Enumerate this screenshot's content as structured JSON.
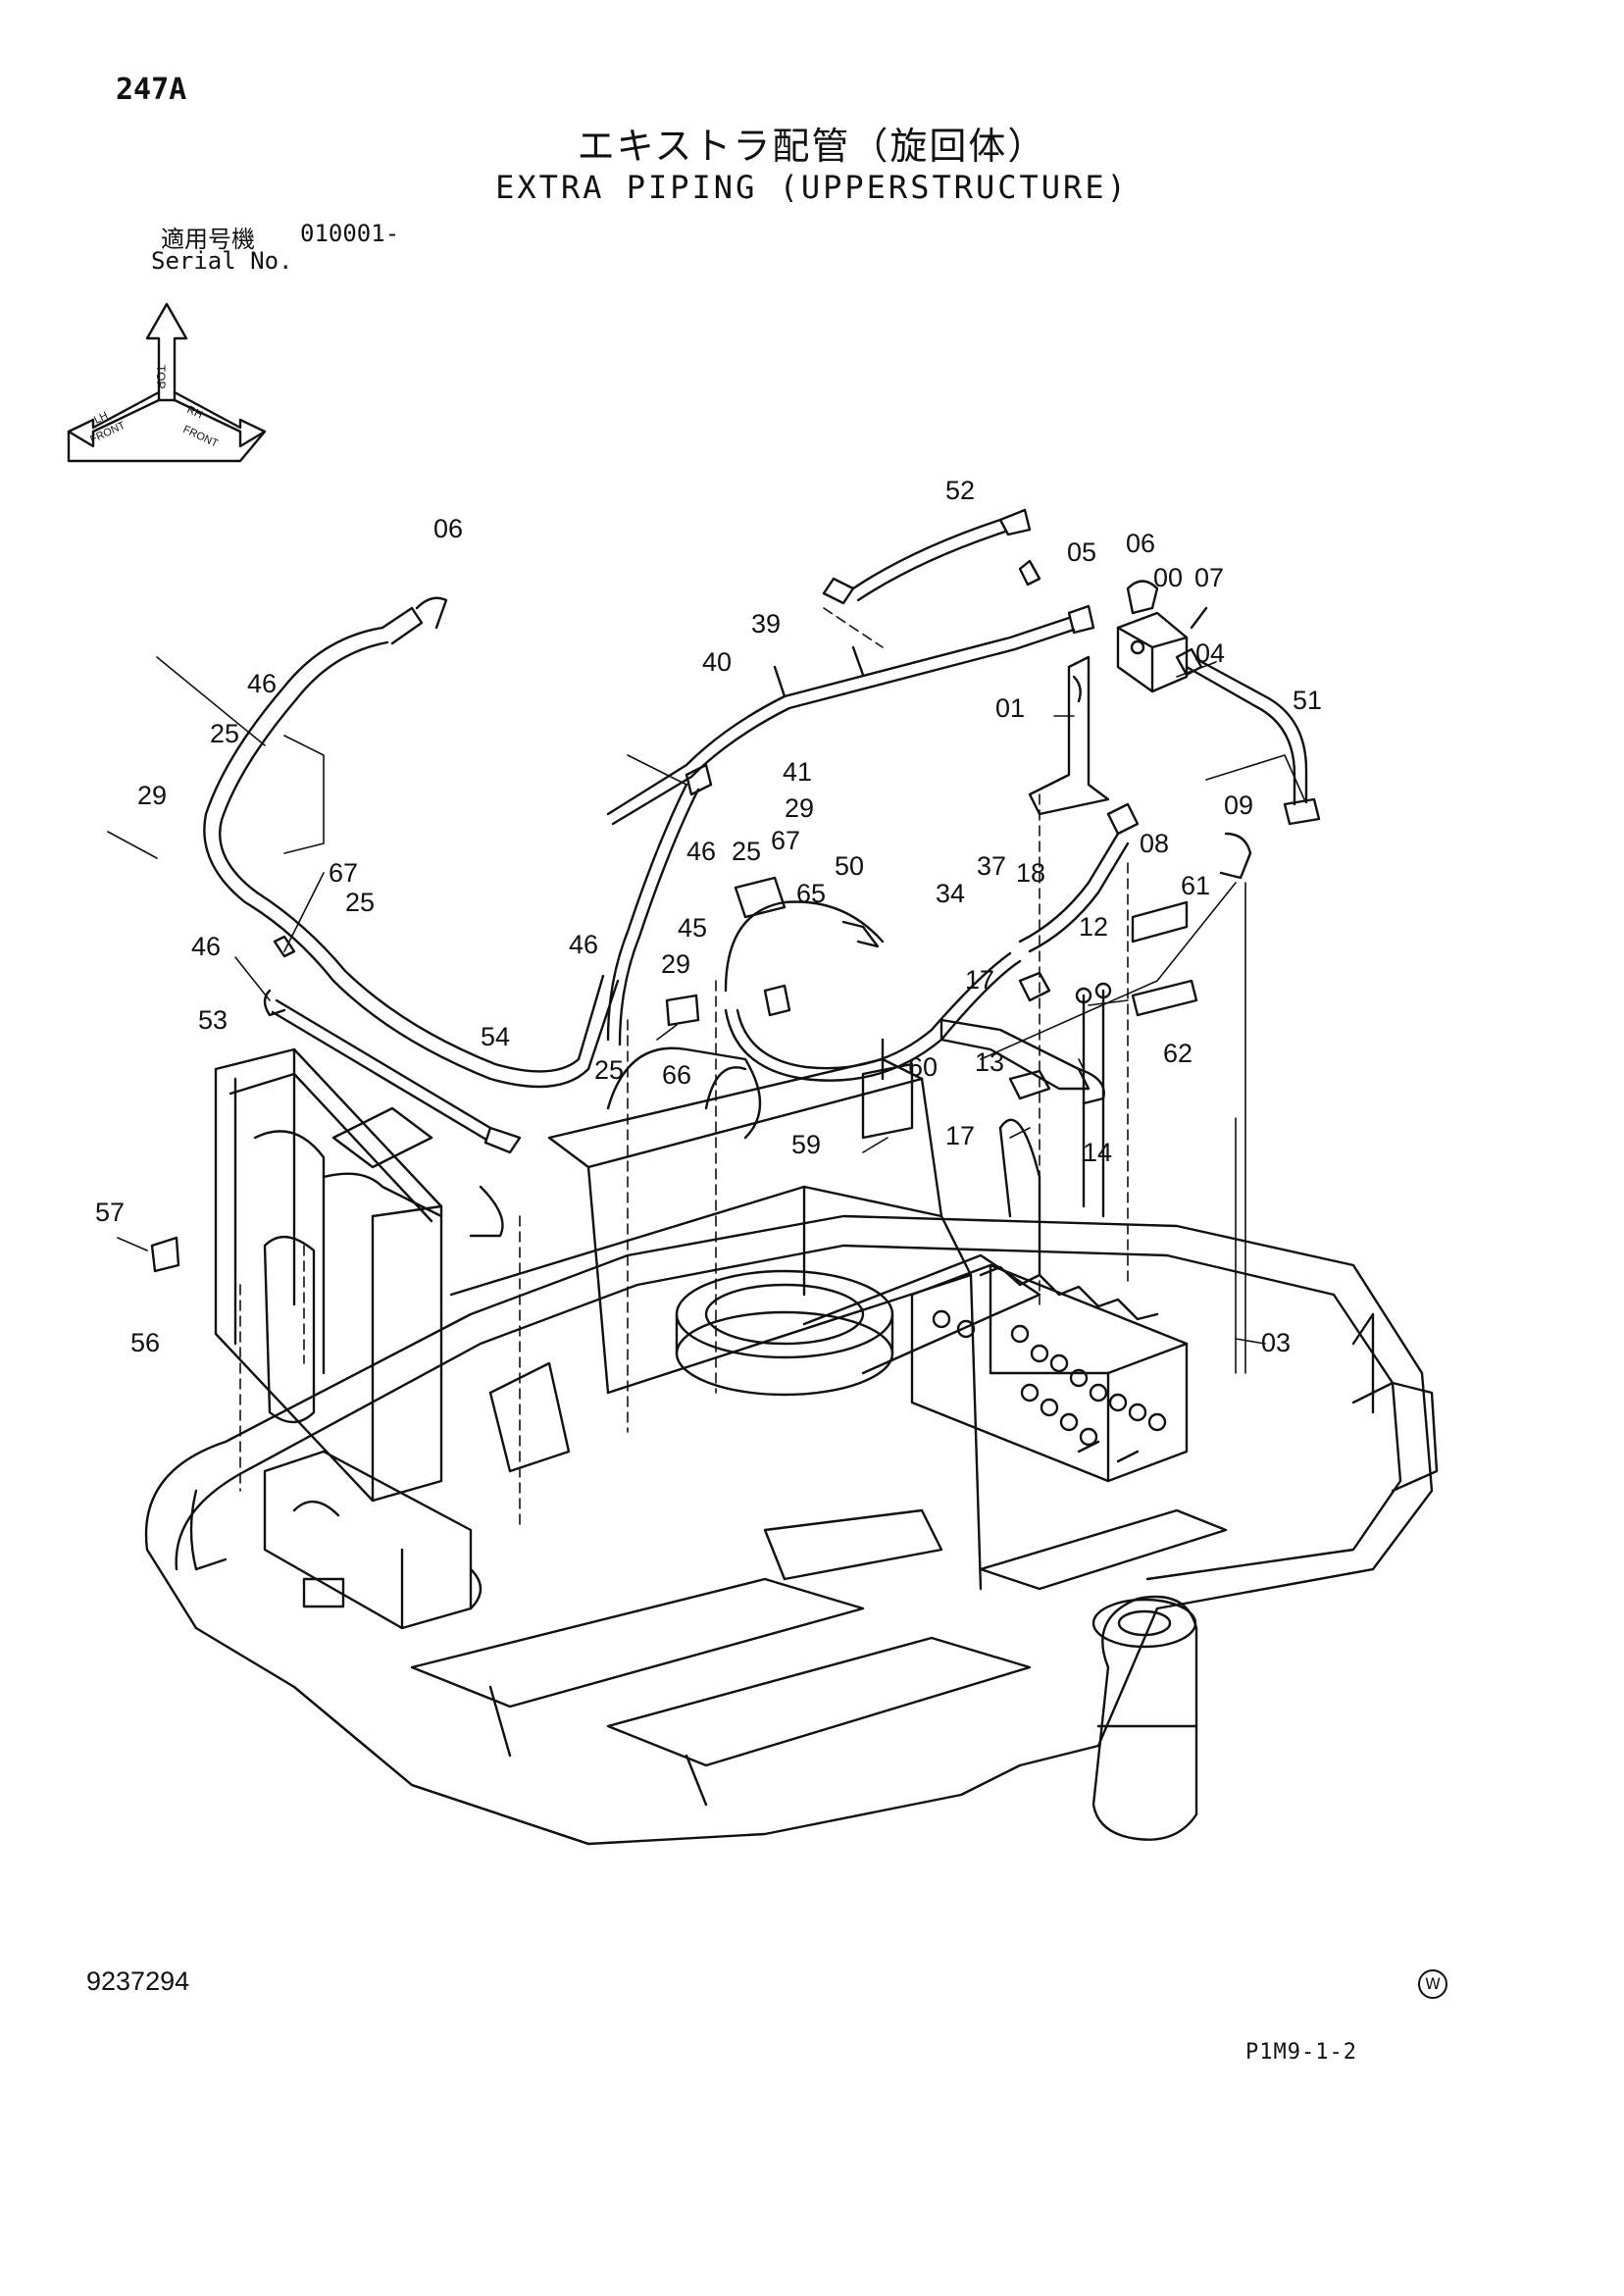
{
  "header": {
    "page_number": "247A",
    "title_jp": "エキストラ配管（旋回体）",
    "title_en": "EXTRA PIPING (UPPERSTRUCTURE)",
    "serial_label_jp": "適用号機",
    "serial_value": "010001-",
    "serial_label_en": "Serial No."
  },
  "orientation_symbol": {
    "top": "TOP",
    "left": "LH",
    "front_left": "FRONT",
    "right": "RH",
    "front_right": "FRONT"
  },
  "part_labels": [
    {
      "id": "l06a",
      "text": "06"
    },
    {
      "id": "l46a",
      "text": "46"
    },
    {
      "id": "l25a",
      "text": "25"
    },
    {
      "id": "l29a",
      "text": "29"
    },
    {
      "id": "l67a",
      "text": "67"
    },
    {
      "id": "l25b",
      "text": "25"
    },
    {
      "id": "l46b",
      "text": "46"
    },
    {
      "id": "l53",
      "text": "53"
    },
    {
      "id": "l54",
      "text": "54"
    },
    {
      "id": "l57",
      "text": "57"
    },
    {
      "id": "l56",
      "text": "56"
    },
    {
      "id": "l52",
      "text": "52"
    },
    {
      "id": "l05",
      "text": "05"
    },
    {
      "id": "l06b",
      "text": "06"
    },
    {
      "id": "l00",
      "text": "00"
    },
    {
      "id": "l07",
      "text": "07"
    },
    {
      "id": "l39",
      "text": "39"
    },
    {
      "id": "l40",
      "text": "40"
    },
    {
      "id": "l04",
      "text": "04"
    },
    {
      "id": "l01",
      "text": "01"
    },
    {
      "id": "l51",
      "text": "51"
    },
    {
      "id": "l41",
      "text": "41"
    },
    {
      "id": "l29b",
      "text": "29"
    },
    {
      "id": "l46c",
      "text": "46"
    },
    {
      "id": "l25c",
      "text": "25"
    },
    {
      "id": "l67b",
      "text": "67"
    },
    {
      "id": "l50",
      "text": "50"
    },
    {
      "id": "l65",
      "text": "65"
    },
    {
      "id": "l37",
      "text": "37"
    },
    {
      "id": "l18",
      "text": "18"
    },
    {
      "id": "l34",
      "text": "34"
    },
    {
      "id": "l09",
      "text": "09"
    },
    {
      "id": "l08",
      "text": "08"
    },
    {
      "id": "l61",
      "text": "61"
    },
    {
      "id": "l46d",
      "text": "46"
    },
    {
      "id": "l29c",
      "text": "29"
    },
    {
      "id": "l45",
      "text": "45"
    },
    {
      "id": "l12",
      "text": "12"
    },
    {
      "id": "l17a",
      "text": "17"
    },
    {
      "id": "l62",
      "text": "62"
    },
    {
      "id": "l25d",
      "text": "25"
    },
    {
      "id": "l66",
      "text": "66"
    },
    {
      "id": "l13",
      "text": "13"
    },
    {
      "id": "l60",
      "text": "60"
    },
    {
      "id": "l59",
      "text": "59"
    },
    {
      "id": "l17b",
      "text": "17"
    },
    {
      "id": "l14",
      "text": "14"
    },
    {
      "id": "l03",
      "text": "03"
    }
  ],
  "footer": {
    "doc_number": "9237294",
    "mark": "W",
    "code": "P1M9-1-2"
  }
}
